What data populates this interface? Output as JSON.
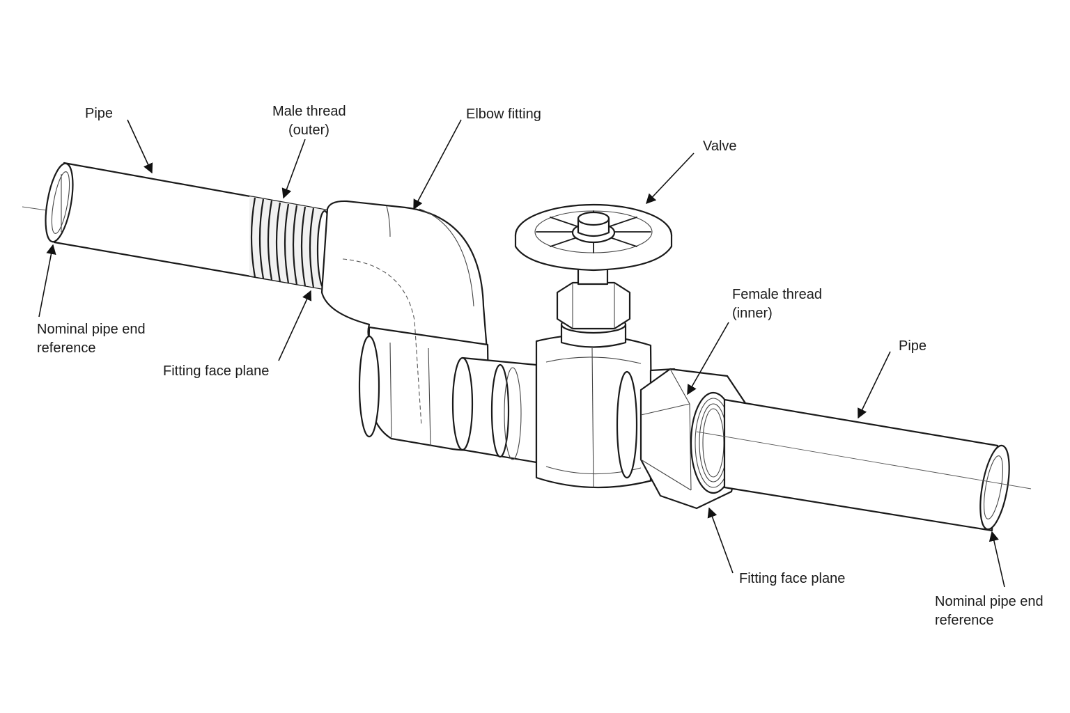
{
  "labels": {
    "pipe_left": "Pipe",
    "male_thread_1": "Male thread",
    "male_thread_2": "(outer)",
    "elbow": "Elbow fitting",
    "valve": "Valve",
    "female_thread_1": "Female thread",
    "female_thread_2": "(inner)",
    "pipe_right": "Pipe",
    "nominal_left_1": "Nominal pipe end",
    "nominal_left_2": "reference",
    "face_left": "Fitting face plane",
    "face_right": "Fitting face plane",
    "nominal_right_1": "Nominal pipe end",
    "nominal_right_2": "reference"
  },
  "colors": {
    "line": "#1a1a1a",
    "background": "#ffffff"
  }
}
